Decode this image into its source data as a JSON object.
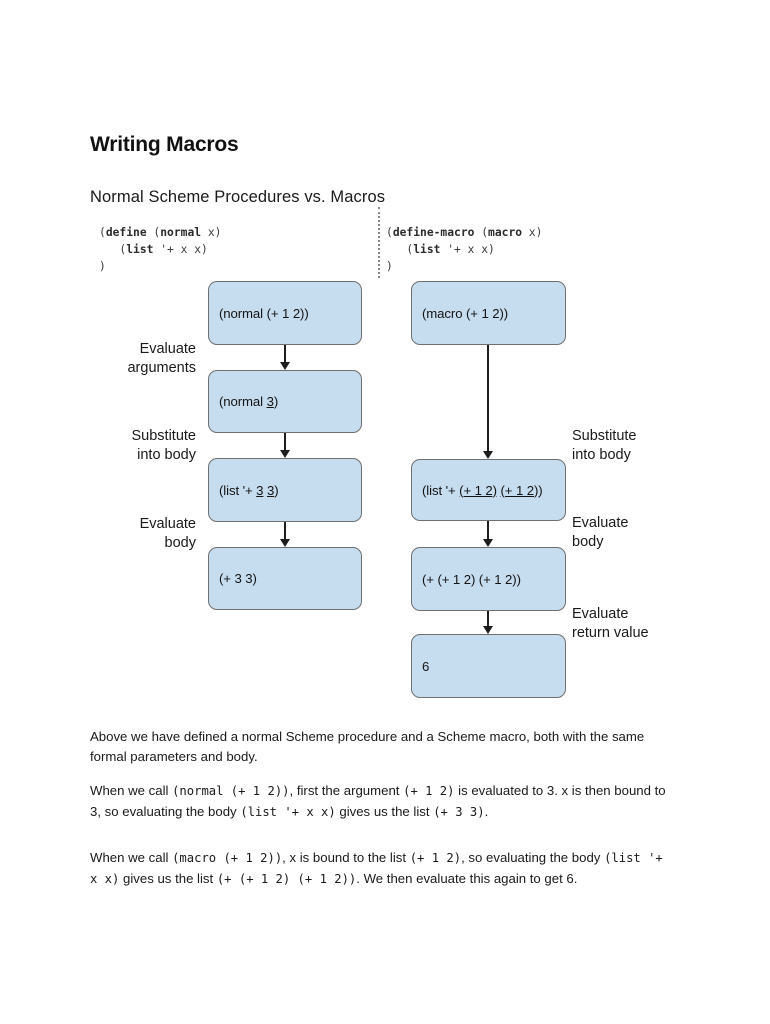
{
  "document": {
    "title": "Writing Macros",
    "subtitle": "Normal Scheme Procedures vs. Macros"
  },
  "code": {
    "left": {
      "lines": [
        "(define (normal x)",
        "   (list '+ x x)",
        ")"
      ],
      "text": "(define (normal x)\n   (list '+ x x)\n)"
    },
    "right": {
      "lines": [
        "(define-macro (macro x)",
        "   (list '+ x x)",
        ")"
      ],
      "text": "(define-macro (macro x)\n   (list '+ x x)\n)"
    }
  },
  "diagram": {
    "box_fill_color": "#c6dcef",
    "box_border_color": "#6f6f6f",
    "left_column": {
      "boxes": [
        {
          "text": "(normal (+ 1 2))"
        },
        {
          "text": "(normal 3)",
          "underlined": "3"
        },
        {
          "text": "(list '+ 3 3)",
          "underlined": "3 3"
        },
        {
          "text": "(+ 3 3)"
        }
      ],
      "labels": [
        "Evaluate\narguments",
        "Substitute\ninto body",
        "Evaluate\nbody"
      ],
      "label_1_line_1": "Evaluate",
      "label_1_line_2": "arguments",
      "label_2_line_1": "Substitute",
      "label_2_line_2": "into body",
      "label_3_line_1": "Evaluate",
      "label_3_line_2": "body"
    },
    "right_column": {
      "boxes": [
        {
          "text": "(macro (+ 1 2))"
        },
        {
          "text": "(list '+ (+ 1 2) (+ 1 2))",
          "underlined": "(+ 1 2) (+ 1 2)"
        },
        {
          "text": "(+ (+ 1 2) (+ 1 2))"
        },
        {
          "text": "6"
        }
      ],
      "labels": [
        "Substitute\ninto body",
        "Evaluate\nbody",
        "Evaluate\nreturn value"
      ],
      "label_1_line_1": "Substitute",
      "label_1_line_2": "into body",
      "label_2_line_1": "Evaluate",
      "label_2_line_2": "body",
      "label_3_line_1": "Evaluate",
      "label_3_line_2": "return value"
    }
  },
  "body": {
    "paragraph_1": "Above we have defined a normal Scheme procedure and a Scheme macro, both with the same formal parameters and body.",
    "paragraph_2_parts": {
      "t1": "When we call ",
      "c1": "(normal (+ 1  2))",
      "t2": ", first the argument ",
      "c2": "(+ 1 2)",
      "t3": " is evaluated to 3. x is then bound to 3, so evaluating the body ",
      "c3": "(list '+ x x)",
      "t4": " gives us the list ",
      "c4": "(+ 3 3)",
      "t5": "."
    },
    "paragraph_3_parts": {
      "t1": "When we call ",
      "c1": "(macro (+ 1 2))",
      "t2": ", x is bound to the list ",
      "c2": "(+ 1 2)",
      "t3": ", so evaluating the body ",
      "c3": "(list '+ x x)",
      "t4": " gives us the list ",
      "c4": "(+ (+ 1 2) (+ 1 2))",
      "t5": ". We then evaluate this again to get 6."
    }
  }
}
